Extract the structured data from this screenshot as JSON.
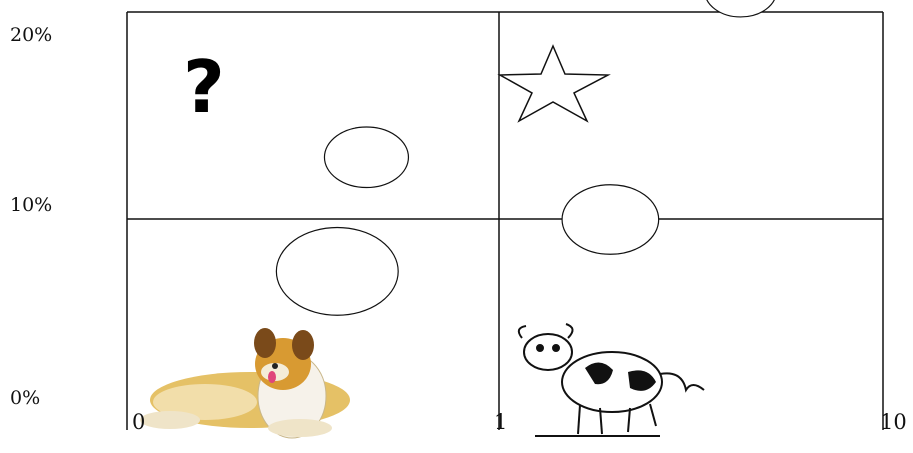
{
  "chart_data": {
    "type": "scatter",
    "subtype": "bcg-growth-share-matrix",
    "title": "",
    "xlabel": "",
    "ylabel": "",
    "x_scale": "log",
    "x_ticks": [
      "0",
      "1",
      "10"
    ],
    "y_ticks": [
      "0%",
      "10%",
      "20%"
    ],
    "xlim": [
      0.1,
      10
    ],
    "ylim": [
      0,
      20
    ],
    "grid": false,
    "quadrant_icons": {
      "top_left": "question-mark-icon",
      "top_right": "star-icon",
      "bottom_left": "dog-icon",
      "bottom_right": "cash-cow-icon"
    },
    "points": [
      {
        "x": 0.43,
        "y": 13.0,
        "size": 1.0
      },
      {
        "x": 0.36,
        "y": 7.5,
        "size": 1.45
      },
      {
        "x": 4.2,
        "y": 21.0,
        "size": 0.85
      },
      {
        "x": 1.9,
        "y": 10.0,
        "size": 1.15
      }
    ]
  }
}
